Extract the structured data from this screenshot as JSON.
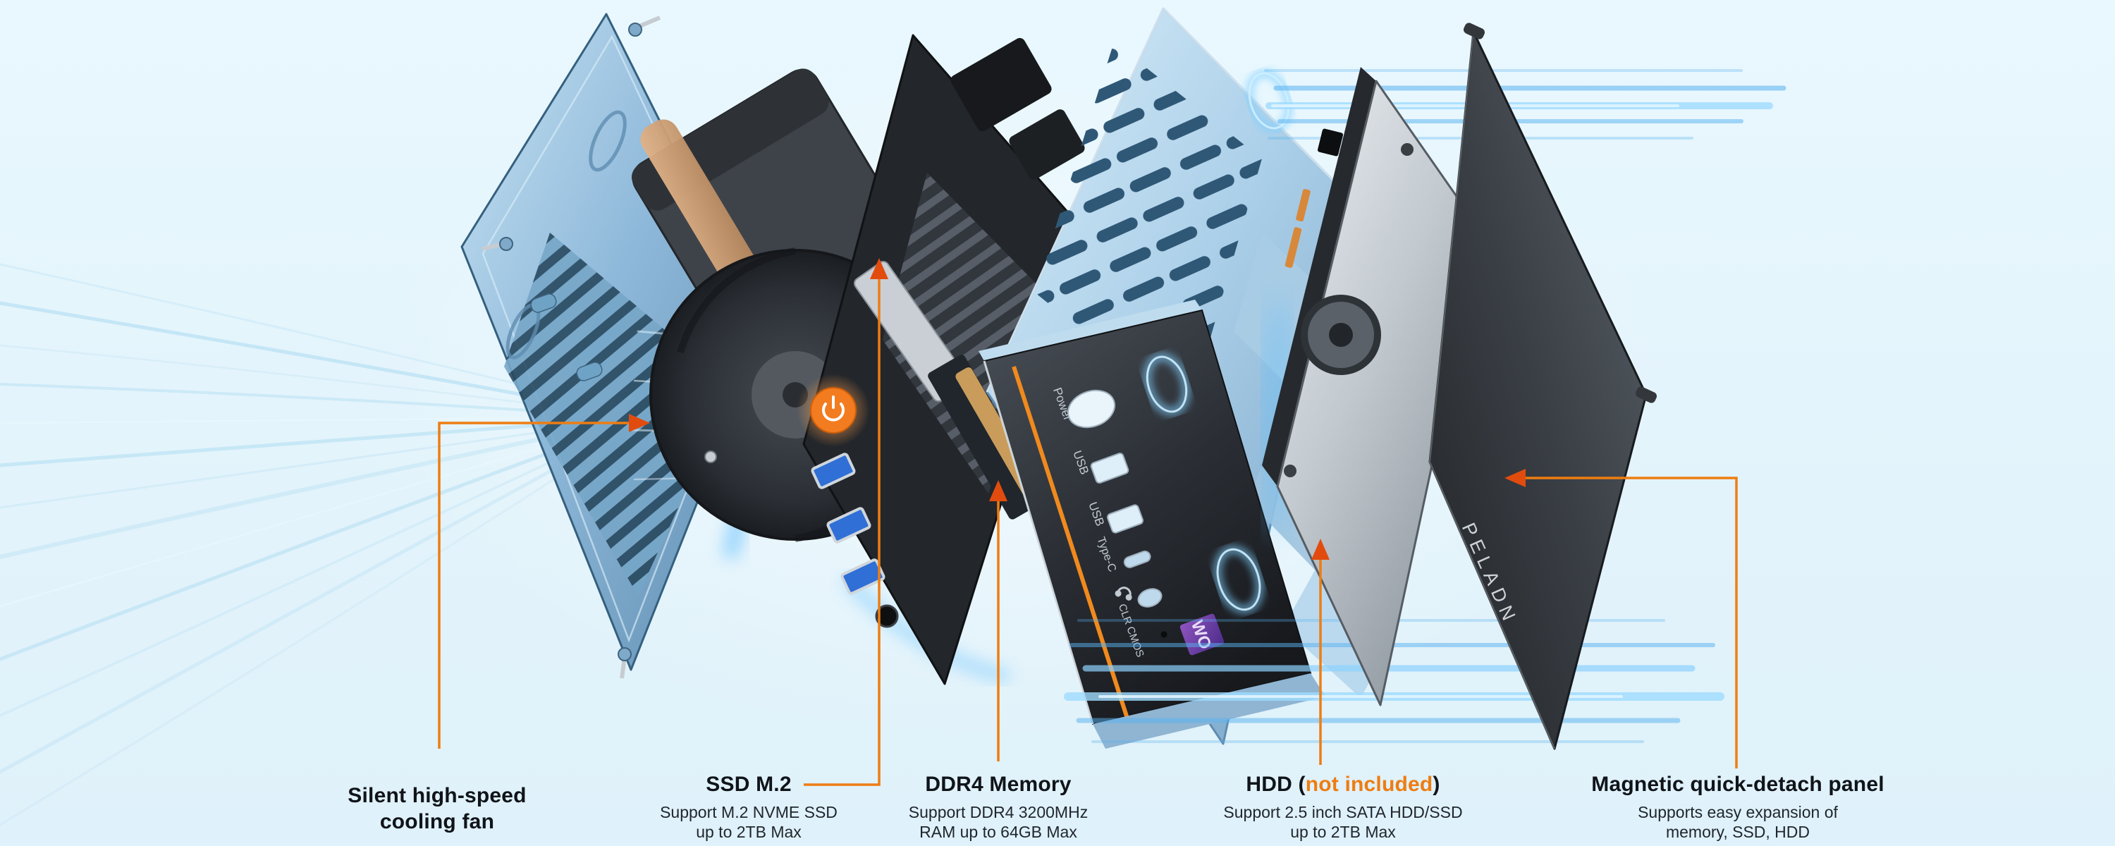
{
  "colors": {
    "background": "#E4F5FC",
    "accent_orange": "#EE7D12",
    "arrow_orange": "#E14C0E",
    "title_text": "#101419",
    "body_text": "#1F252C",
    "chassis_blue": "#A9CEE8",
    "glow_blue": "#54BBFF",
    "logo_purple": "#6B3AA6"
  },
  "icons": {
    "power_button": "power-icon",
    "headphone": "headphone-icon",
    "arrows": "callout-arrow-icon"
  },
  "callouts": {
    "fan": {
      "title_line1": "Silent high-speed",
      "title_line2": "cooling fan"
    },
    "ssd": {
      "title": "SSD M.2",
      "desc_line1": "Support M.2 NVME SSD",
      "desc_line2": "up to 2TB Max"
    },
    "ram": {
      "title": "DDR4 Memory",
      "desc_line1": "Support DDR4 3200MHz",
      "desc_line2": "RAM up to 64GB Max"
    },
    "hdd": {
      "title_prefix": "HDD (",
      "title_highlight": "not included",
      "title_suffix": ")",
      "desc_line1": "Support 2.5 inch SATA HDD/SSD",
      "desc_line2": "up to 2TB Max"
    },
    "panel": {
      "title": "Magnetic quick-detach panel",
      "desc_line1": "Supports easy expansion of",
      "desc_line2": "memory, SSD, HDD"
    }
  },
  "device": {
    "front_panel": {
      "power_label": "Power",
      "usb1_label": "USB",
      "usb2_label": "USB",
      "typec_label": "Type-C",
      "clr_cmos_label": "CLR CMOS",
      "logo_badge": "WO"
    },
    "back_panel": {
      "brand": "PELADN"
    }
  }
}
